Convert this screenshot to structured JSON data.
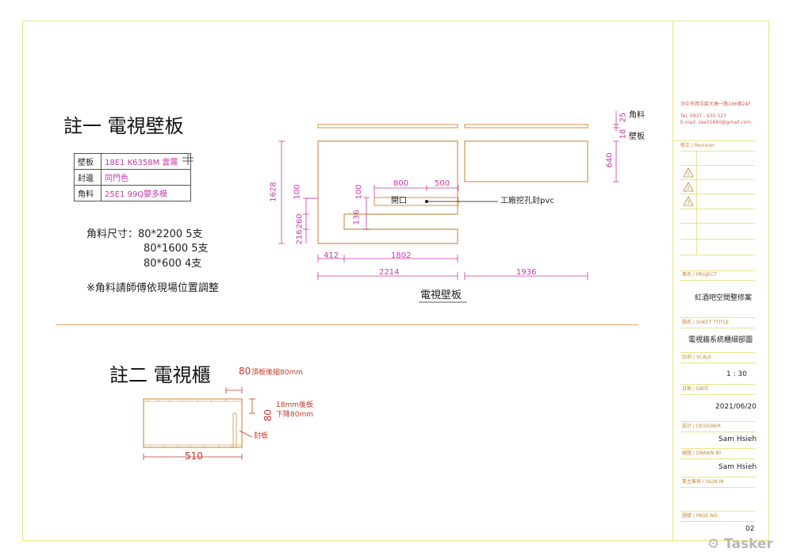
{
  "colors": {
    "frame": "#e8e48a",
    "panel": "#d8a466",
    "dimension": "#c43aa8",
    "note": "#c0392b"
  },
  "note1": {
    "title": "註一 電視壁板",
    "table": [
      {
        "key": "壁板",
        "value": "18E1 K6358M 雲霧"
      },
      {
        "key": "封邊",
        "value": "同門色"
      },
      {
        "key": "角料",
        "value": "25E1 99Q嬰多模"
      }
    ],
    "corner_label": "角料尺寸：80*2200  5支",
    "corner_line2": "80*1600  5支",
    "corner_line3": "80*600    4支",
    "adjust_note": "※角料請師傅依現場位置調整"
  },
  "drawing1": {
    "caption": "電視壁板",
    "opening_label": "開口",
    "pvc_note": "工廠挖孔封pvc",
    "corner_side": "角料",
    "panel_side": "壁板",
    "dims": {
      "h1628": "1628",
      "d100a": "100",
      "d260": "260",
      "d216": "216",
      "d800": "800",
      "d500": "500",
      "d100b": "100",
      "d136": "136",
      "d412": "412",
      "d1802": "1802",
      "d2214": "2214",
      "d1936": "1936",
      "d25": "25",
      "d18": "18",
      "d640": "640"
    }
  },
  "note2": {
    "title": "註二 電視櫃",
    "dim80_top": "80",
    "top_note": "頂板後縮80mm",
    "dim80_side": "80",
    "back_note1": "18mm後板",
    "back_note2": "下降80mm",
    "seal_label": "封板",
    "dim510": "510"
  },
  "title_block": {
    "address": "台中市西屯區大墩一路186號24F",
    "tel": "Tel: 0937 - 935 527",
    "email": "E-mail: sse55660@gmail.com",
    "revision_label": "修正 / Revision",
    "rev1": "1",
    "rev2": "2",
    "rev3": "3",
    "project_label": "專名 / PROJECT",
    "project_value": "紅酒吧空間整修案",
    "sheet_label": "圖名 / SHEET TTITLE",
    "sheet_value": "電視牆系統櫃細部圖",
    "scale_label": "比例 / SCALE",
    "scale_value": "1 : 30",
    "date_label": "日期 / DATE",
    "date_value": "2021/06/20",
    "designer_label": "設計 / DESIGNER",
    "designer_value": "Sam Hsieh",
    "drawn_label": "繪圖 / DRAWN BY",
    "drawn_value": "Sam Hsieh",
    "sign_label": "業主簽核 / SIGN  IN",
    "page_label": "圖號 / PAGE NO.",
    "page_value": "02"
  },
  "watermark": "Tasker"
}
